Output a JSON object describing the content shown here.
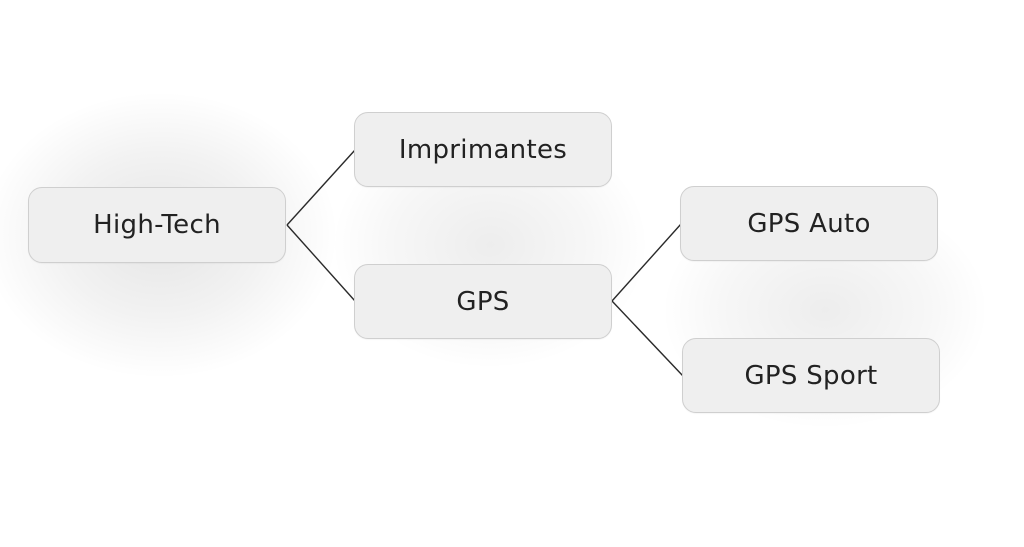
{
  "mindmap": {
    "root": {
      "label": "High-Tech"
    },
    "children": [
      {
        "label": "Imprimantes"
      },
      {
        "label": "GPS",
        "children": [
          {
            "label": "GPS Auto"
          },
          {
            "label": "GPS Sport"
          }
        ]
      }
    ]
  },
  "colors": {
    "node_fill": "#efefef",
    "node_border": "#cfcfcf",
    "connector": "#2a2a2a",
    "text": "#222222",
    "background": "#ffffff"
  }
}
